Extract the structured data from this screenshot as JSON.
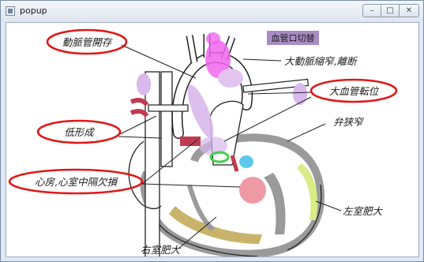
{
  "window": {
    "title": "popup",
    "controls": {
      "minimize": "–",
      "maximize": "□",
      "close": "✕"
    }
  },
  "diagram": {
    "badge": "血管口切替",
    "labels": {
      "ductus": "動脈管開存",
      "aortic": "大動脈縮窄,離断",
      "transposition": "大血管転位",
      "hypoplasia": "低形成",
      "valve": "弁狭窄",
      "septal": "心房,心室中隔欠損",
      "lv": "左室肥大",
      "rv": "右室肥大"
    }
  },
  "colors": {
    "highlight_ring": "#e01818",
    "badge_bg": "#a98bc4",
    "magenta": "#ee66ee",
    "lavender": "#d9b8ec",
    "pink": "#ec8f9a",
    "crimson": "#c03a52",
    "yellow_green": "#d9ec86",
    "olive": "#c9b36a",
    "cyan": "#5dc8ec",
    "green": "#43d04a",
    "gray": "#9a9a9a"
  }
}
